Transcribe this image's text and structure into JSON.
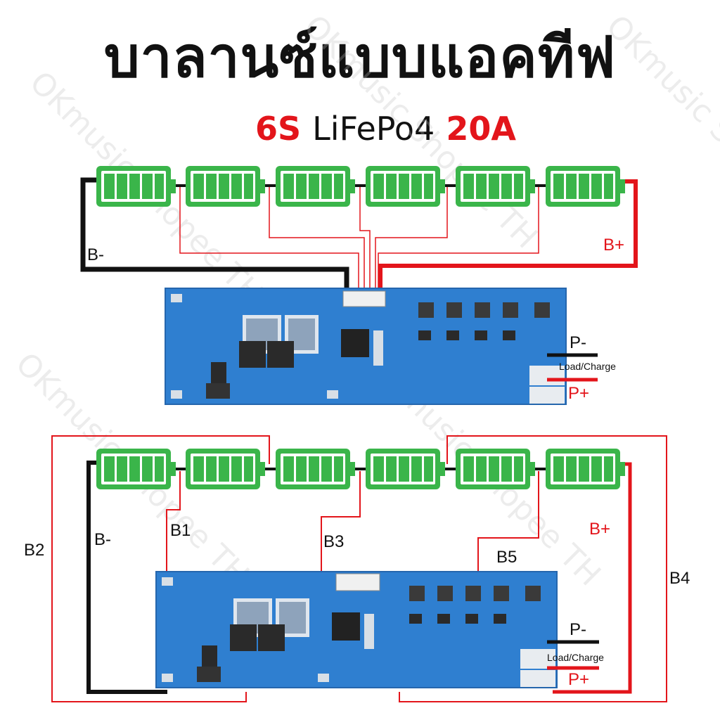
{
  "title": "บาลานซ์แบบแอคทีฟ",
  "subtitle": {
    "cells": "6S",
    "chemistry": "LiFePo4",
    "current": "20A"
  },
  "diagram_top": {
    "labels": {
      "b_minus": "B-",
      "b_plus": "B+",
      "p_minus": "P-",
      "load_charge": "Load/Charge",
      "p_plus": "P+"
    }
  },
  "diagram_bottom": {
    "labels": {
      "b_minus": "B-",
      "b_plus": "B+",
      "p_minus": "P-",
      "load_charge": "Load/Charge",
      "p_plus": "P+",
      "b1": "B1",
      "b2": "B2",
      "b3": "B3",
      "b4": "B4",
      "b5": "B5"
    }
  },
  "watermark": "OKmusic Shopee TH",
  "colors": {
    "battery_green": "#3ab54a",
    "wire_red": "#e3151b",
    "wire_black": "#111111",
    "pcb_blue": "#2f7fd0"
  }
}
